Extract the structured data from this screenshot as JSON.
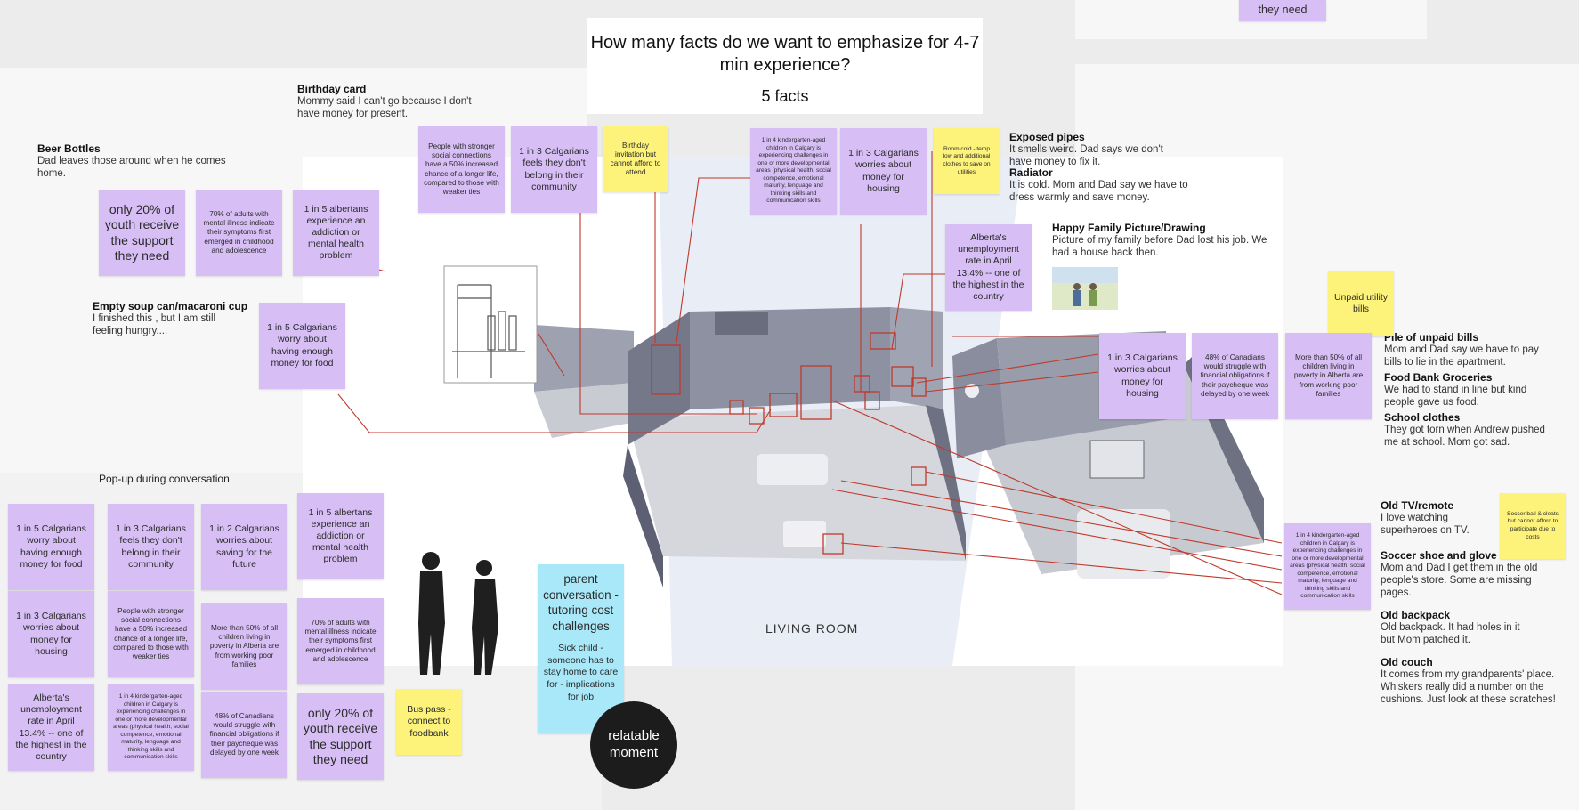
{
  "header": {
    "question": "How many facts do we want to emphasize for 4-7 min experience?",
    "answer": "5 facts"
  },
  "top_sticky": "they need",
  "room_label": "LIVING ROOM",
  "section_popup_title": "Pop-up during conversation",
  "relatable": "relatable moment",
  "parent_conversation": {
    "title": "parent conversation - tutoring cost challenges",
    "body": "Sick child - someone has to stay home to care for - implications for job"
  },
  "bus_pass": "Bus pass - connect to foodbank",
  "notes_left": [
    {
      "title": "Birthday card",
      "body": "Mommy said I can't go because I don't have money for present."
    },
    {
      "title": "Beer Bottles",
      "body": "Dad leaves those around when he comes home."
    },
    {
      "title": "Empty soup can/macaroni cup",
      "body": "I finished this , but I am still feeling hungry...."
    }
  ],
  "notes_middle": [
    {
      "title": "Exposed pipes",
      "body": "It smells weird. Dad says we don't have money to fix it."
    },
    {
      "title": "Radiator",
      "body": "It is cold. Mom and Dad say we have to dress warmly  and save money."
    },
    {
      "title": "Happy Family Picture/Drawing",
      "body": "Picture of my family before Dad lost his job. We had a house back then."
    }
  ],
  "notes_right": [
    {
      "title": "Pile of unpaid bills",
      "body": "Mom and Dad say we have to pay bills to lie in the apartment."
    },
    {
      "title": "Food Bank Groceries",
      "body": "We had to stand in line but kind people gave us food."
    },
    {
      "title": "School clothes",
      "body": "They got torn when Andrew pushed me at school. Mom got sad."
    },
    {
      "title": "Old TV/remote",
      "body": "I love watching superheroes on TV."
    },
    {
      "title": "Soccer shoe and glove",
      "body": "Mom and Dad I get them in the old people's store. Some are missing pages."
    },
    {
      "title": "Old backpack",
      "body": "Old backpack. It had holes in it but Mom patched it."
    },
    {
      "title": "Old couch",
      "body": "It comes from my grandparents' place. Whiskers really did a number on the cushions. Just look at these scratches!"
    }
  ],
  "stickies_scene": {
    "youth20": "only 20% of youth receive the support they need",
    "adults70": "70% of adults with mental illness indicate their symptoms first emerged in childhood and adolescence",
    "albertans5": "1 in 5 albertans experience an addiction or mental health problem",
    "food5": "1 in 5 Calgarians worry about having enough money for food",
    "social": "People with stronger social connections have a 50% increased chance of a longer life, compared to those with weaker ties",
    "belong3": "1 in 3 Calgarians feels they don't belong in their community",
    "birthday": "Birthday invitation but cannot afford to attend",
    "kinder4": "1 in 4 kindergarten-aged children in Calgary is experiencing challenges in one or more developmental areas (physical health, social competence, emotional maturity, lenguage and thinking skills and communication skills",
    "housing3": "1 in 3 Calgarians worries about money for housing",
    "roomcold": "Room cold - temp low and additional clothes to save on utilities",
    "unemp": "Alberta's unemployment rate in April 13.4% -- one of the highest in the country",
    "unpaid": "Unpaid utility bills",
    "housing3b": "1 in 3 Calgarians worries about money for housing",
    "canadians48": "48% of Canadians would struggle with financial obligations if their paycheque was delayed by one week",
    "poverty50": "More than 50% of all children living in poverty in Alberta are from working poor families",
    "kinder4b": "1 in 4 kindergarten-aged children in Calgary is experiencing challenges in one or more developmental areas (physical health, social competence, emotional maturity, lenguage and thinking skills and communication skills",
    "soccer": "Soccer ball & cleats but cannot afford to participate due to costs"
  },
  "stickies_popup": {
    "p1": "1 in 5 Calgarians worry about having enough money for food",
    "p2": "1 in 3 Calgarians feels they don't belong in their community",
    "p3": "1 in 2 Calgarians worries about saving for the future",
    "p4": "1 in 5 albertans experience an addiction or mental health problem",
    "p5": "1 in 3 Calgarians worries about money for housing",
    "p6": "People with stronger social connections have a 50% increased chance of a longer life, compared to those with weaker ties",
    "p7": "More than 50% of all children living in poverty in Alberta are from working poor families",
    "p8": "70% of adults with mental illness indicate their symptoms first emerged in childhood and adolescence",
    "p9": "Alberta's unemployment rate in April 13.4% -- one of the highest in the country",
    "p10": "1 in 4 kindergarten-aged children in Calgary is experiencing challenges in one or more developmental areas (physical health, social competence, emotional maturity, lenguage and thinking skills and communication skills",
    "p11": "48% of Canadians would struggle with financial obligations if their paycheque was delayed by one week",
    "p12": "only 20% of youth receive the support they need"
  },
  "colors": {
    "purple": "#d7bff5",
    "yellow": "#fdf27a",
    "cyan": "#a8e8f8",
    "line": "#c0392b"
  }
}
